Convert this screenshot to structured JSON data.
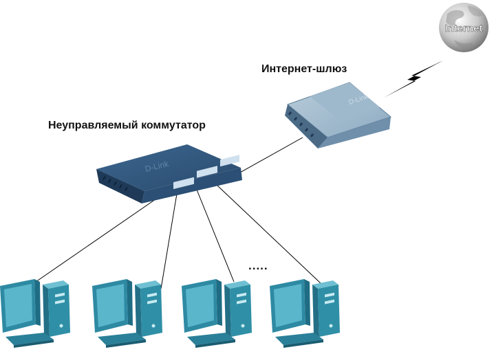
{
  "labels": {
    "gateway": "Интернет-шлюз",
    "switch": "Неуправляемый коммутатор",
    "ellipsis": "....."
  },
  "internet_globe": {
    "text": "Internet"
  },
  "device_brand": "D-Link",
  "pcs": [
    {
      "id": "pc-1"
    },
    {
      "id": "pc-2"
    },
    {
      "id": "pc-3"
    },
    {
      "id": "pc-4"
    }
  ],
  "colors": {
    "device_blue": "#2d4f72",
    "device_dark": "#1c3552",
    "pc_teal": "#2f8fa6",
    "pc_screen": "#4fb0c7",
    "gateway_blue": "#7f9fb8",
    "lightning": "#000000",
    "line": "#000000"
  },
  "icons": [
    "globe-icon",
    "lightning-icon",
    "router-icon",
    "switch-icon",
    "desktop-computer-icon"
  ]
}
